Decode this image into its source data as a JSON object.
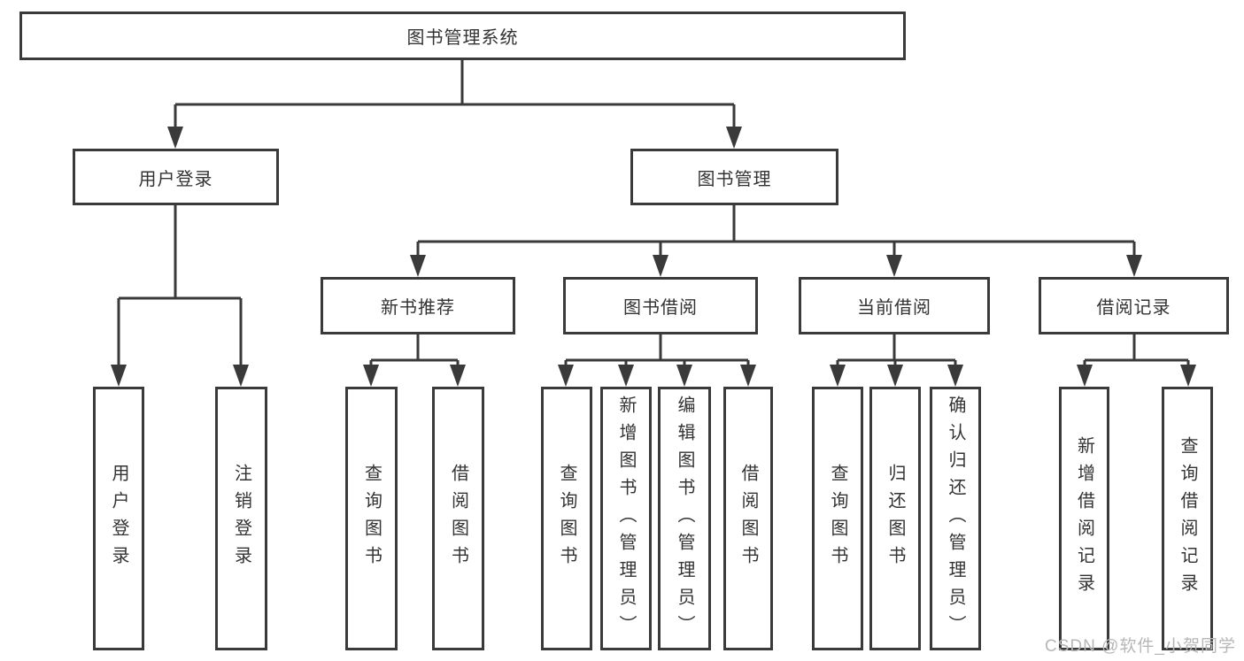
{
  "tree": {
    "label": "图书管理系统",
    "children": [
      {
        "label": "用户登录",
        "children": [
          {
            "label": "用户登录"
          },
          {
            "label": "注销登录"
          }
        ]
      },
      {
        "label": "图书管理",
        "children": [
          {
            "label": "新书推荐",
            "children": [
              {
                "label": "查询图书"
              },
              {
                "label": "借阅图书"
              }
            ]
          },
          {
            "label": "图书借阅",
            "children": [
              {
                "label": "查询图书"
              },
              {
                "label": "新增图书（管理员）"
              },
              {
                "label": "编辑图书（管理员）"
              },
              {
                "label": "借阅图书"
              }
            ]
          },
          {
            "label": "当前借阅",
            "children": [
              {
                "label": "查询图书"
              },
              {
                "label": "归还图书"
              },
              {
                "label": "确认归还（管理员）"
              }
            ]
          },
          {
            "label": "借阅记录",
            "children": [
              {
                "label": "新增借阅记录"
              },
              {
                "label": "查询借阅记录"
              }
            ]
          }
        ]
      }
    ]
  },
  "watermark": {
    "text": "CSDN @软件_小贺同学"
  },
  "colors": {
    "line": "#3a3a3a",
    "box_border": "#3a3a3a",
    "box_fill": "#ffffff",
    "text": "#333333",
    "watermark": "#b7b7b7",
    "background": "#ffffff"
  }
}
